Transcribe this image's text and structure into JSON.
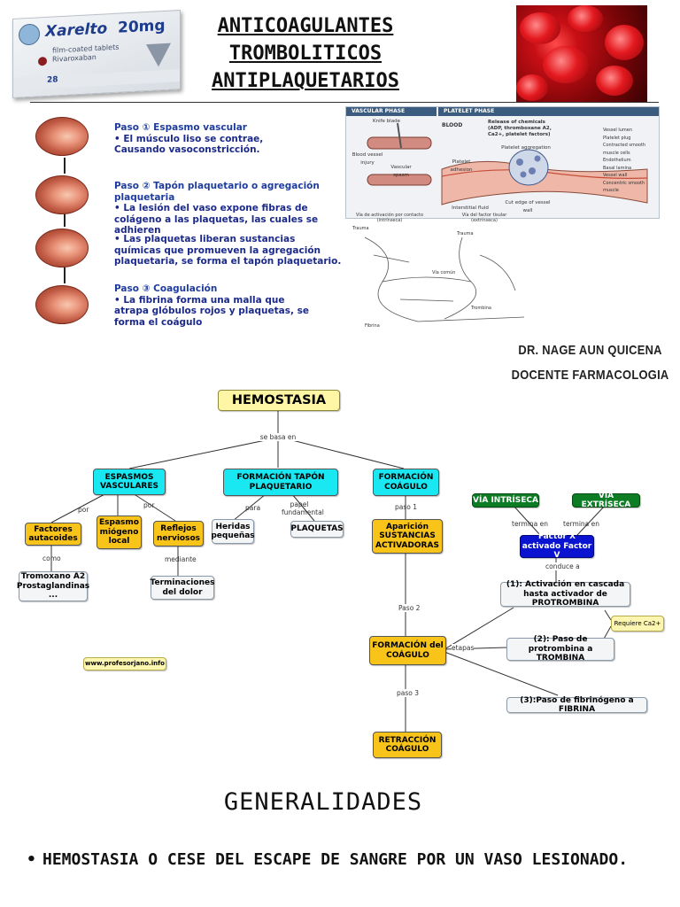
{
  "header": {
    "title_lines": [
      "ANTICOAGULANTES",
      "TROMBOLITICOS",
      "ANTIPLAQUETARIOS"
    ],
    "drug_box": {
      "brand": "Xarelto",
      "dose": "20mg",
      "subtitle": "film-coated tablets",
      "ingredient": "Rivaroxaban",
      "count": "28"
    },
    "author": [
      "DR. NAGE AUN QUICENA",
      "DOCENTE FARMACOLOGIA"
    ]
  },
  "steps": [
    {
      "heading": "Paso ① Espasmo vascular",
      "lines": [
        "• El músculo liso se contrae,",
        "Causando vasoconstricción."
      ]
    },
    {
      "heading": "Paso ② Tapón plaquetario o agregación",
      "lines": [
        "plaquetaria",
        "• La lesión del vaso expone fibras de",
        "colágeno a las plaquetas, las cuales se",
        "adhieren"
      ]
    },
    {
      "heading": "",
      "lines": [
        "• Las plaquetas liberan sustancias",
        "químicas que promueven la agregación",
        "plaquetaria, se forma el tapón plaquetario."
      ]
    },
    {
      "heading": "Paso ③ Coagulación",
      "lines": [
        "• La fibrina forma una malla que",
        "atrapa glóbulos rojos y plaquetas, se",
        "forma el coágulo"
      ]
    }
  ],
  "physio": {
    "vascular": "VASCULAR PHASE",
    "platelet": "PLATELET PHASE",
    "labels": [
      "Knife blade",
      "Blood vessel injury",
      "Vascular spasm",
      "BLOOD",
      "Release of chemicals (ADP, thromboxane A2, Ca2+, platelet factors)",
      "Platelet aggregation",
      "Platelet adhesion",
      "Interstitial fluid",
      "Cut edge of vessel wall",
      "Vessel lumen",
      "Platelet plug",
      "Contracted smooth muscle cells",
      "Endothelium",
      "Basal lamina",
      "Vessel wall",
      "Concentric smooth muscle"
    ],
    "sketch_labels": [
      "Vía de activación por contacto (intrínseca)",
      "Vía del factor tisular (extrínseca)",
      "Trauma",
      "Trauma",
      "Vía común",
      "Trombina",
      "Fibrina"
    ]
  },
  "map": {
    "root": "HEMOSTASIA",
    "links": {
      "se_basa_en": "se basa en",
      "por1": "por",
      "por2": "por",
      "para": "para",
      "papel": "papel fundamental",
      "paso1": "paso 1",
      "paso2": "Paso 2",
      "paso3": "paso 3",
      "como": "como",
      "mediante": "mediante",
      "etapas": "etapas",
      "termina1": "termina en",
      "termina2": "termina en",
      "conduce": "conduce a"
    },
    "espasmos": "ESPASMOS VASCULARES",
    "tapon": "FORMACIÓN TAPÓN PLAQUETARIO",
    "formacion": "FORMACIÓN COÁGULO",
    "factores": "Factores autacoides",
    "espasmo_miogeno": "Espasmo miógeno local",
    "reflejos": "Reflejos nerviosos",
    "tromboxano": "Tromoxano A2 Prostaglandinas ...",
    "terminaciones": "Terminaciones del dolor",
    "heridas": "Heridas pequeñas",
    "plaquetas": "PLAQUETAS",
    "aparicion": "Aparición SUSTANCIAS ACTIVADORAS",
    "formacion_del": "FORMACIÓN del COÁGULO",
    "retraccion": "RETRACCIÓN COÁGULO",
    "via_intr": "VÍA INTRÍSECA",
    "via_extr": "VÍA EXTRÍSECA",
    "factor_x": "Factor X activado Factor V",
    "etapa1": "(1): Activación en cascada hasta activador de PROTROMBINA",
    "etapa2": "(2): Paso de protrombina a TROMBINA",
    "etapa3": "(3):Paso de fibrinógeno a FIBRINA",
    "requiere": "Requiere Ca2+",
    "website": "www.profesorjano.info"
  },
  "section": {
    "heading": "GENERALIDADES",
    "bullet_symbol": "•",
    "bullet": "HEMOSTASIA O CESE DEL ESCAPE DE SANGRE POR UN VASO LESIONADO."
  }
}
